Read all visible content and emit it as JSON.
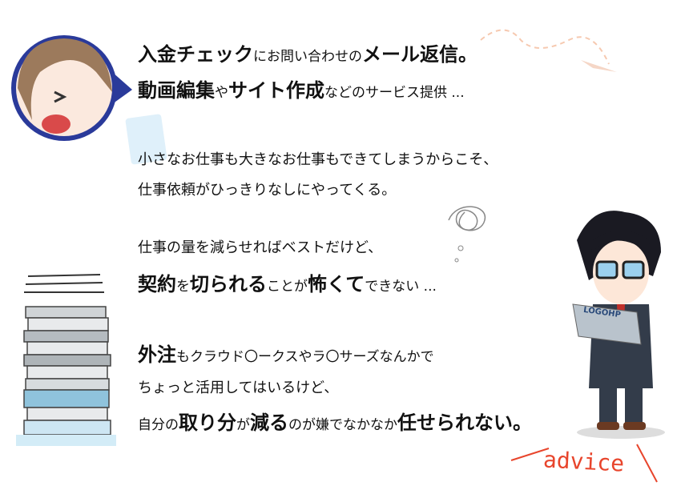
{
  "lines": [
    [
      {
        "t": "入金チェック",
        "b": true
      },
      {
        "t": "にお問い合わせの",
        "b": false
      },
      {
        "t": "メール返信。",
        "b": true
      }
    ],
    [
      {
        "t": "動画編集",
        "b": true
      },
      {
        "t": "や",
        "b": false
      },
      {
        "t": "サイト作成",
        "b": true
      },
      {
        "t": "などのサービス提供 ...",
        "b": false
      }
    ],
    [
      {
        "t": "小さなお仕事も大きなお仕事もできてしまうからこそ、",
        "b": false
      }
    ],
    [
      {
        "t": "仕事依頼がひっきりなしにやってくる。",
        "b": false
      }
    ],
    [
      {
        "t": "仕事の量を減らせればベストだけど、",
        "b": false
      }
    ],
    [
      {
        "t": "契約",
        "b": true
      },
      {
        "t": "を",
        "b": false
      },
      {
        "t": "切られる",
        "b": true
      },
      {
        "t": "ことが",
        "b": false
      },
      {
        "t": "怖くて",
        "b": true
      },
      {
        "t": "できない ...",
        "b": false
      }
    ],
    [
      {
        "t": "外注",
        "b": true
      },
      {
        "t": "もクラウド〇ークスやラ〇サーズなんかで",
        "b": false
      }
    ],
    [
      {
        "t": "ちょっと活用してはいるけど、",
        "b": false
      }
    ],
    [
      {
        "t": "自分の",
        "b": false
      },
      {
        "t": "取り分",
        "b": true
      },
      {
        "t": "が",
        "b": false
      },
      {
        "t": "減る",
        "b": true
      },
      {
        "t": "のが嫌でなかなか",
        "b": false
      },
      {
        "t": "任せられない。",
        "b": true
      }
    ]
  ],
  "laptop_logo": "LOGOHP",
  "advice": "advice",
  "colors": {
    "accent": "#e8452c",
    "bubble": "#2a3a9a",
    "paper_blue": "#8fc3dc"
  }
}
